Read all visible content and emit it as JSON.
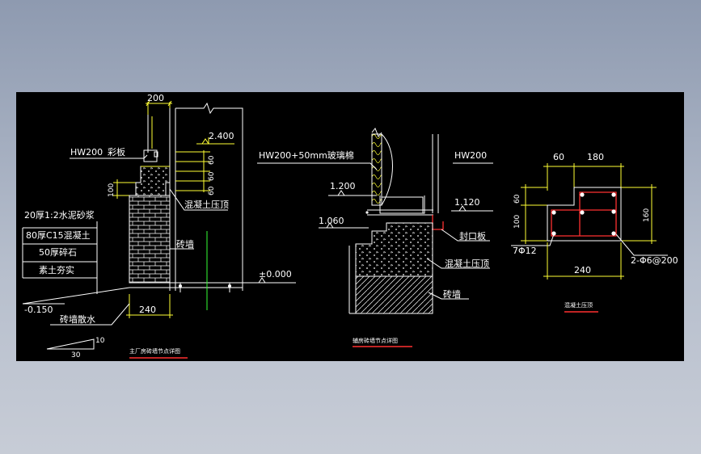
{
  "detail1": {
    "dim_top": "200",
    "level_top": "2.400",
    "hw_label": "HW200",
    "color_sheet": "彩板",
    "dim_60a": "60",
    "dim_60b": "60",
    "dim_60c": "60",
    "dim_100": "100",
    "concrete_cap": "混凝土压顶",
    "mortar": "20厚1:2水泥砂浆",
    "layer1": "80厚C15混凝土",
    "layer2": "50厚碎石",
    "layer3": "素土夯实",
    "brick_wall": "砖墙",
    "level_zero": "±0.000",
    "level_neg": "-0.150",
    "dim_240": "240",
    "apron": "砖墙散水",
    "slope_a": "10",
    "slope_b": "30",
    "caption": "主厂房砖墙节点详图"
  },
  "detail2": {
    "hw_glass": "HW200+50mm玻璃棉",
    "hw_label": "HW200",
    "level_1200": "1.200",
    "level_1120": "1.120",
    "level_1060": "1.060",
    "seal_plate": "封口板",
    "concrete_cap": "混凝土压顶",
    "brick_wall": "砖墙",
    "caption": "辅房砖墙节点详图"
  },
  "detail3": {
    "dim_60": "60",
    "dim_180": "180",
    "dim_v60": "60",
    "dim_v100": "100",
    "dim_v160": "160",
    "rebar_main": "7Φ12",
    "rebar_stirrup": "2-Φ6@200",
    "dim_240": "240",
    "caption": "混凝土压顶"
  }
}
